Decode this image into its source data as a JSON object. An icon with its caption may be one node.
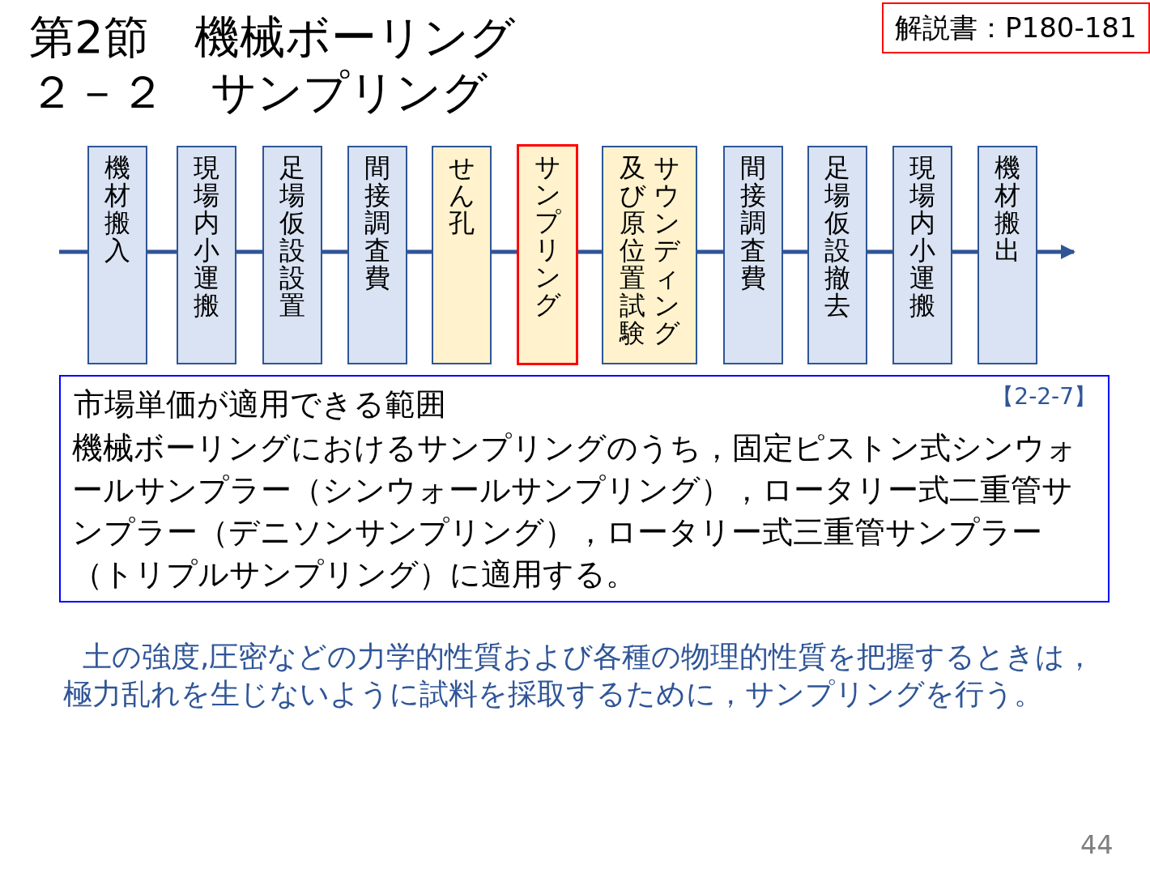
{
  "diagram": {
    "title": "第2節　機械ボーリング２－２　サンプリング",
    "nodes": [
      {
        "text": [
          "機材搬入"
        ]
      },
      {
        "text": [
          "現場内小運搬"
        ]
      },
      {
        "text": [
          "足場仮設設置"
        ]
      },
      {
        "text": [
          "間接調査費"
        ]
      },
      {
        "text": [
          "せん孔"
        ]
      },
      {
        "text": [
          "サンプリング"
        ]
      },
      {
        "text": [
          "サウンディング及び原位置試験"
        ]
      },
      {
        "text": [
          "間接調査費"
        ]
      },
      {
        "text": [
          "足場仮設撤去"
        ]
      },
      {
        "text": [
          "現場内小運搬"
        ]
      },
      {
        "text": [
          "機材搬出"
        ]
      },
      {
        "text": [
          "市場単価が適用できる範囲",
          "【2-2-7】",
          "機械ボーリングにおけるサンプリングのうち，固定ピストン式シンウォールサンプラー（シンウォールサンプリング），ロータリー式二重管サンプラー（デニソンサンプリング），ロータリー式三重管サンプラー（トリプルサンプリング）に適用する。"
        ]
      },
      {
        "text": [
          "解説書：P180-181"
        ]
      }
    ],
    "edges": [
      {
        "from": null,
        "to": 0,
        "arrow": "none"
      },
      {
        "from": 0,
        "to": 1,
        "arrow": "none"
      },
      {
        "from": 1,
        "to": 2,
        "arrow": "none"
      },
      {
        "from": 2,
        "to": 3,
        "arrow": "none"
      },
      {
        "from": 3,
        "to": 4,
        "arrow": "none"
      },
      {
        "from": 4,
        "to": 5,
        "arrow": "none"
      },
      {
        "from": 5,
        "to": 6,
        "arrow": "none"
      },
      {
        "from": 6,
        "to": 7,
        "arrow": "none"
      },
      {
        "from": 7,
        "to": 8,
        "arrow": "none"
      },
      {
        "from": 8,
        "to": 9,
        "arrow": "none"
      },
      {
        "from": 9,
        "to": 10,
        "arrow": "none"
      },
      {
        "from": 10,
        "to": null,
        "arrow": "to"
      }
    ],
    "labels": [
      "土の強度,圧密などの力学的性質および各種の物理的性質を把握するときは，極力乱れを生じないように試料を採取するために，サンプリングを行う。",
      "44"
    ]
  }
}
